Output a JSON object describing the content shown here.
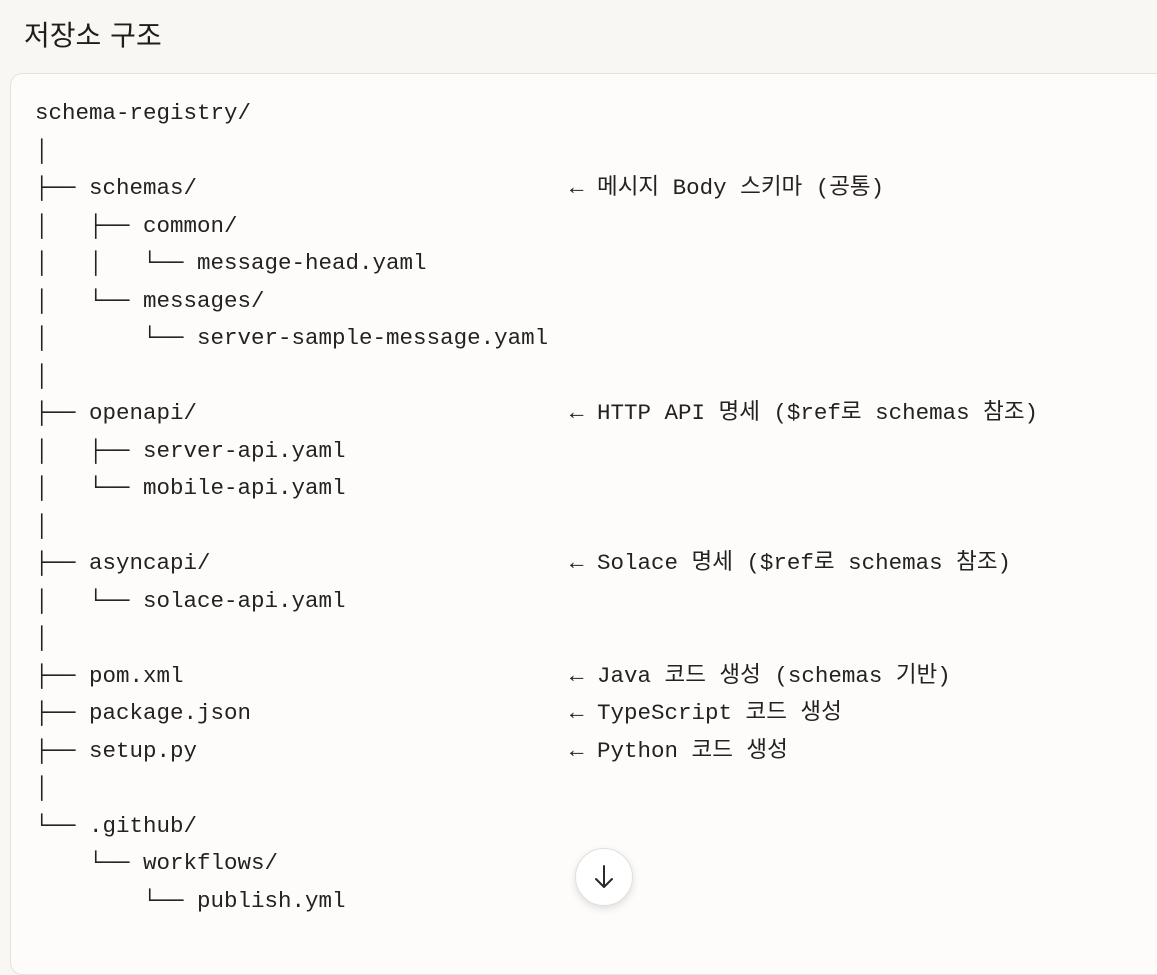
{
  "heading": "저장소 구조",
  "tree": [
    {
      "text": "schema-registry/",
      "comment": ""
    },
    {
      "text": "│",
      "comment": ""
    },
    {
      "text": "├── schemas/",
      "comment": "← 메시지 Body 스키마 (공통)"
    },
    {
      "text": "│   ├── common/",
      "comment": ""
    },
    {
      "text": "│   │   └── message-head.yaml",
      "comment": ""
    },
    {
      "text": "│   └── messages/",
      "comment": ""
    },
    {
      "text": "│       └── server-sample-message.yaml",
      "comment": ""
    },
    {
      "text": "│",
      "comment": ""
    },
    {
      "text": "├── openapi/",
      "comment": "← HTTP API 명세 ($ref로 schemas 참조)"
    },
    {
      "text": "│   ├── server-api.yaml",
      "comment": ""
    },
    {
      "text": "│   └── mobile-api.yaml",
      "comment": ""
    },
    {
      "text": "│",
      "comment": ""
    },
    {
      "text": "├── asyncapi/",
      "comment": "← Solace 명세 ($ref로 schemas 참조)"
    },
    {
      "text": "│   └── solace-api.yaml",
      "comment": ""
    },
    {
      "text": "│",
      "comment": ""
    },
    {
      "text": "├── pom.xml",
      "comment": "← Java 코드 생성 (schemas 기반)"
    },
    {
      "text": "├── package.json",
      "comment": "← TypeScript 코드 생성"
    },
    {
      "text": "├── setup.py",
      "comment": "← Python 코드 생성"
    },
    {
      "text": "│",
      "comment": ""
    },
    {
      "text": "└── .github/",
      "comment": ""
    },
    {
      "text": "    └── workflows/",
      "comment": ""
    },
    {
      "text": "        └── publish.yml",
      "comment": ""
    }
  ],
  "icons": {
    "scroll_down": "arrow-down-icon"
  }
}
